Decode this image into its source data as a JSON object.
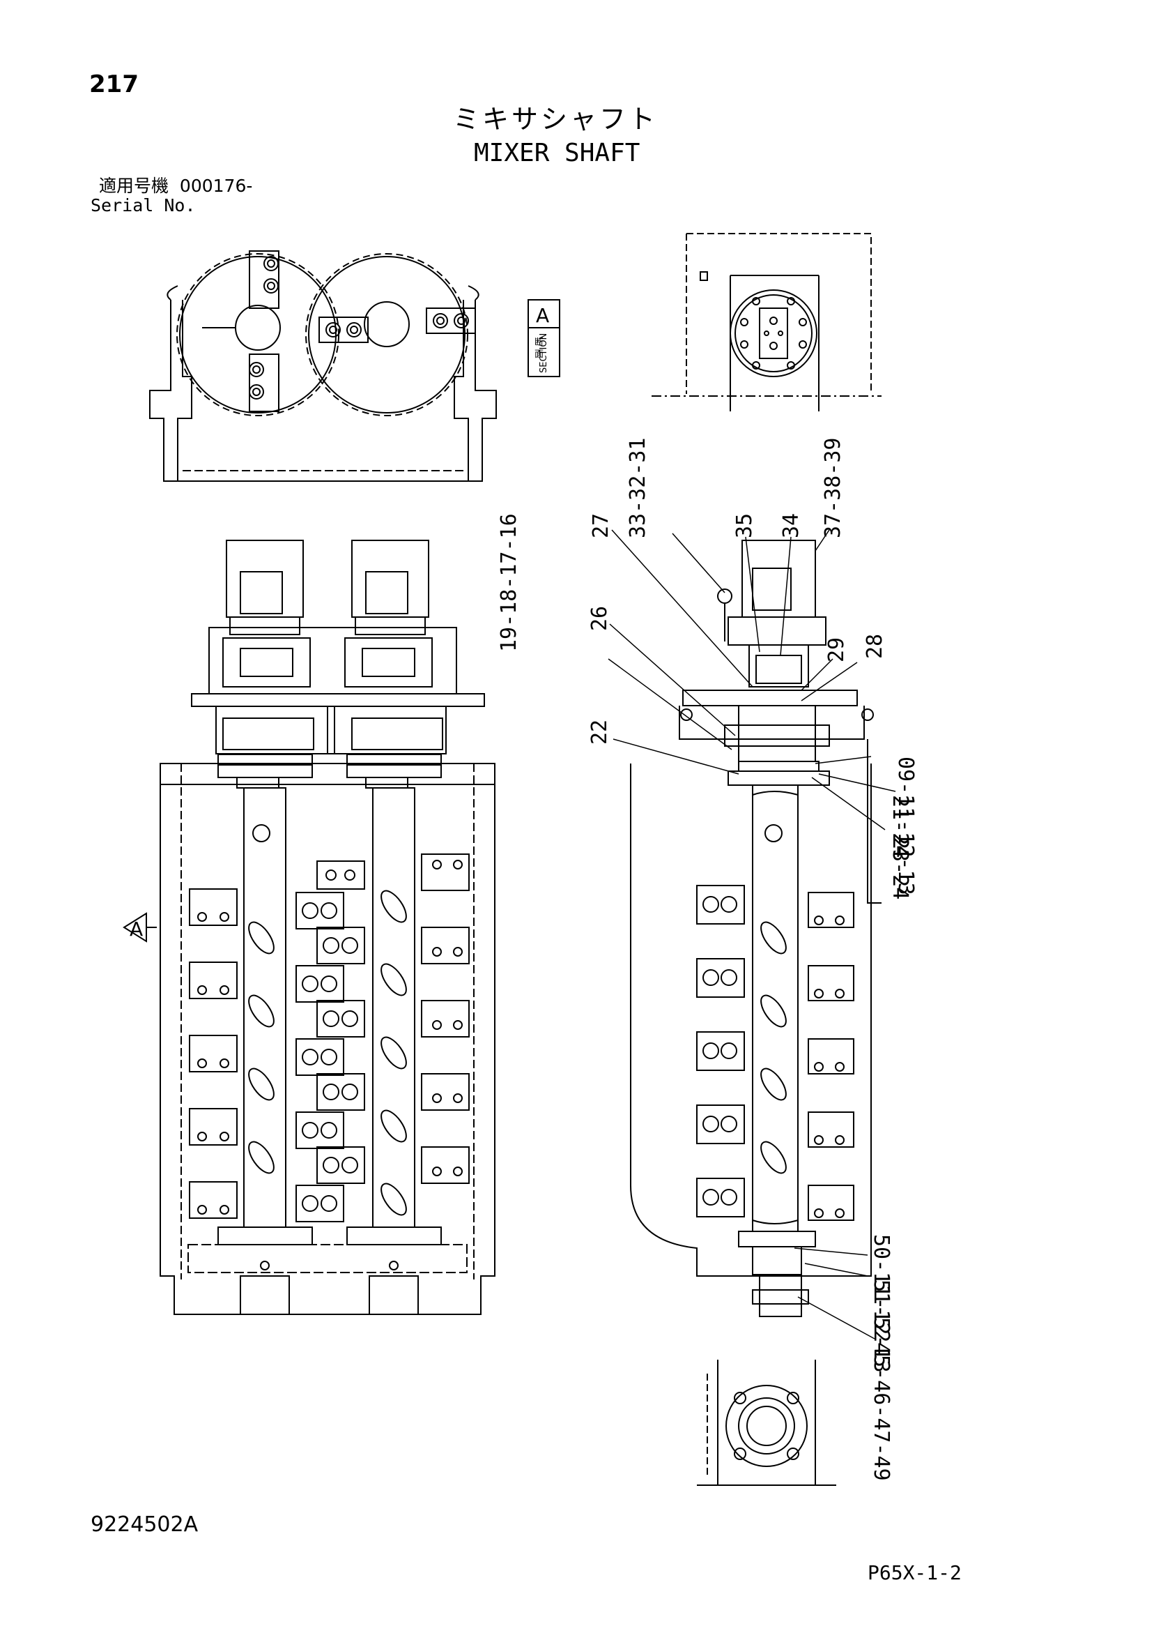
{
  "page_number": "217",
  "title_jp": "ミキサシャフト",
  "title_en": "MIXER SHAFT",
  "serial": {
    "label_jp": "適用号機",
    "value": "000176-",
    "label_en": "Serial No."
  },
  "section_marker": {
    "letter": "A",
    "label_jp_1": "断",
    "label_jp_2": "面",
    "label_en": "SECTION",
    "view_arrow_letter": "A"
  },
  "callouts": [
    "27",
    "33-32-31",
    "35",
    "34",
    "37-38-39",
    "26",
    "19-18-17-16",
    "29",
    "28",
    "22",
    "09-11-12-13",
    "21-24",
    "23-24",
    "50-11-12-13",
    "51-52",
    "45-46-47-49"
  ],
  "drawing_number": "9224502A",
  "page_code": "P65X-1-2"
}
